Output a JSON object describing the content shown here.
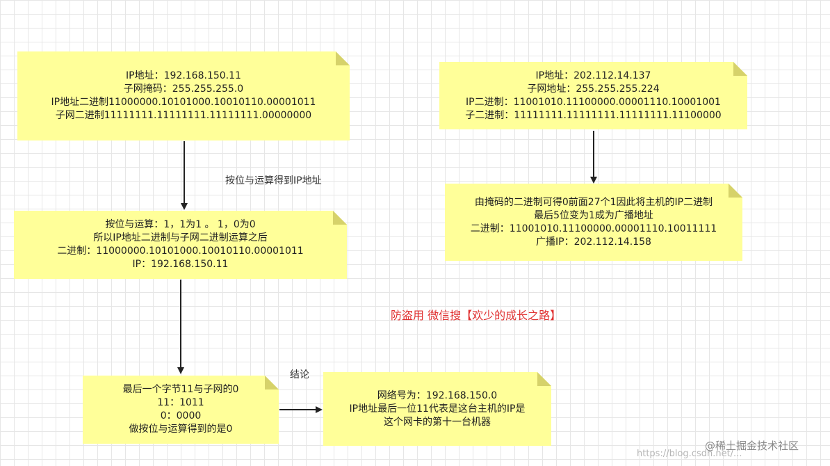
{
  "notes": {
    "ip_info_1": {
      "lines": [
        "IP地址：192.168.150.11",
        "子网掩码：255.255.255.0",
        "IP地址二进制11000000.10101000.10010110.00001011",
        "子网二进制11111111.11111111.11111111.00000000"
      ]
    },
    "and_operation": {
      "lines": [
        "按位与运算：1，1为1 。 1，0为0",
        "所以IP地址二进制与子网二进制运算之后",
        "二进制：11000000.10101000.10010110.00001011",
        "IP：192.168.150.11"
      ]
    },
    "last_byte": {
      "lines": [
        "最后一个字节11与子网的0",
        "11：1011",
        "0：0000",
        "做按位与运算得到的是0"
      ]
    },
    "conclusion": {
      "lines": [
        "网络号为：192.168.150.0",
        "IP地址最后一位11代表是这台主机的IP是",
        "这个网卡的第十一台机器"
      ]
    },
    "ip_info_2": {
      "lines": [
        "IP地址：202.112.14.137",
        "子网地址：255.255.255.224",
        "IP二进制：11001010.11100000.00001110.10001001",
        "子二进制：11111111.11111111.11111111.11100000"
      ]
    },
    "broadcast": {
      "lines": [
        "由掩码的二进制可得0前面27个1因此将主机的IP二进制",
        "最后5位变为1成为广播地址",
        "二进制：11001010.11100000.00001110.10011111",
        "广播IP：202.112.14.158"
      ]
    }
  },
  "labels": {
    "and_label": "按位与运算得到IP地址",
    "conclusion_label": "结论",
    "anti_theft": "防盗用 微信搜【欢少的成长之路】"
  },
  "watermark": {
    "juejin": "@稀土掘金技术社区",
    "csdn": "https://blog.csdn.net/..."
  }
}
